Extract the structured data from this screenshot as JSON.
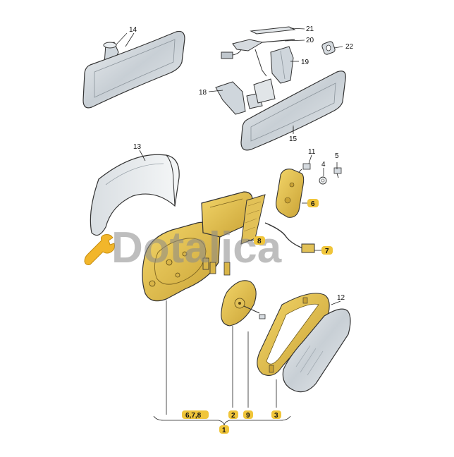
{
  "colors": {
    "part_yellow": "#e8c64a",
    "part_yellow_dark": "#b9962a",
    "glass_grey": "#cfd6dc",
    "outline": "#333333",
    "badge_fill": "#f0c53a",
    "watermark": "#8a8a8a",
    "watermark_icon": "#f2b62b"
  },
  "watermark": {
    "text": "Dotalica",
    "icon": "wrench-icon"
  },
  "callouts": {
    "c14": "14",
    "c21": "21",
    "c20": "20",
    "c22": "22",
    "c19": "19",
    "c18": "18",
    "c15": "15",
    "c13": "13",
    "c11": "11",
    "c4": "4",
    "c5": "5",
    "c12": "12"
  },
  "badges": {
    "b6": "6",
    "b7": "7",
    "b8": "8",
    "b678": "6,7,8",
    "b2": "2",
    "b9": "9",
    "b3": "3",
    "b1": "1"
  }
}
